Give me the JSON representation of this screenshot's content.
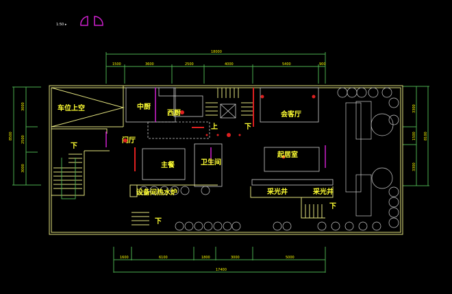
{
  "title_block": {
    "text": "1:50 ▸"
  },
  "rooms": {
    "carport_void": "车位上空",
    "chinese_kitchen": "中厨",
    "western_kitchen": "西厨",
    "foyer": "门厅",
    "main_dining": "主餐",
    "bathroom": "卫生间",
    "equipment_room": "设备间热水炉",
    "reception_hall": "会客厅",
    "living_room": "起居室",
    "lightwell_1": "采光井",
    "lightwell_2": "采光井"
  },
  "stair_marks": {
    "up_1": "上",
    "down_1": "下",
    "down_2": "下",
    "down_3": "下",
    "down_4": "下"
  },
  "dimensions": {
    "top_total": "18000",
    "top": [
      "1500",
      "3600",
      "2500",
      "4000",
      "5400",
      "900"
    ],
    "bottom": [
      "1600",
      "6100",
      "1800",
      "3000",
      "5000"
    ],
    "bottom_total": "17400",
    "left": [
      "3000",
      "2500",
      "3000"
    ],
    "left_total": "8500",
    "right": [
      "3300",
      "1500",
      "3300"
    ],
    "right_total": "8100"
  },
  "colors": {
    "background": "#000000",
    "walls": "#e6e680",
    "dimension": "#4caf50",
    "text": "#ffff33",
    "door": "#d020d0",
    "accent": "#e02020"
  }
}
